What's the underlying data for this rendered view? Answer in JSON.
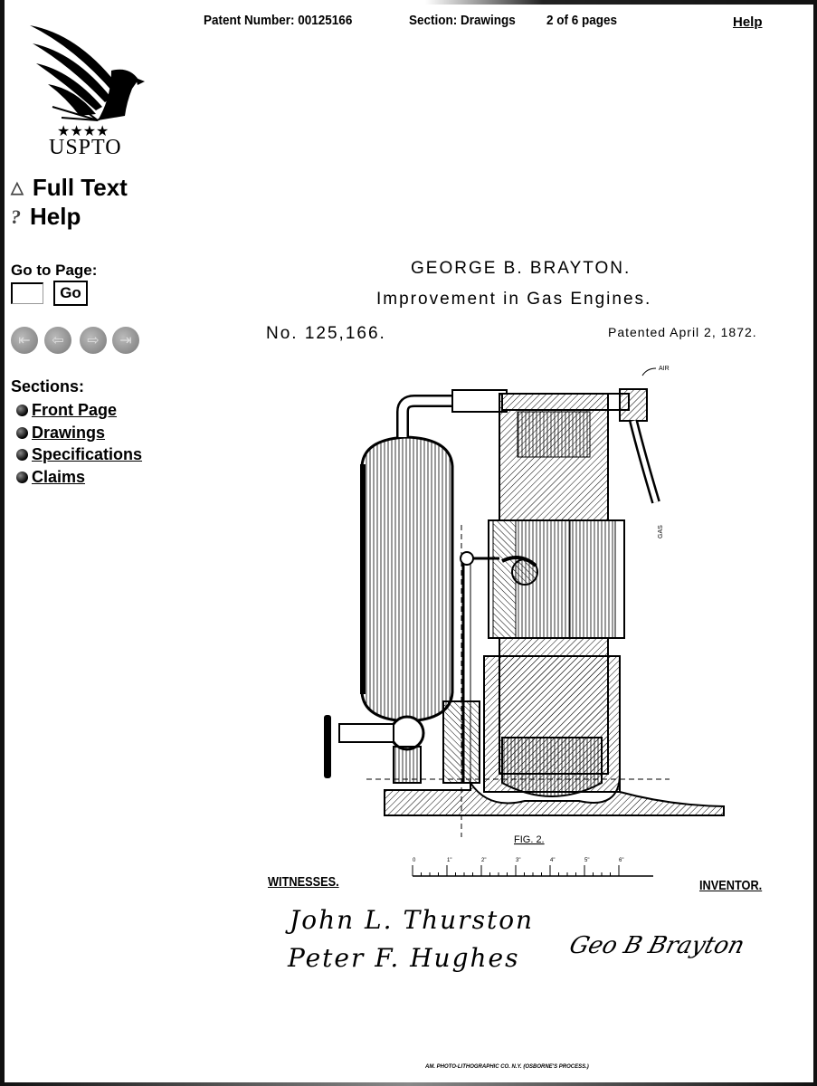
{
  "header": {
    "patent_number": "Patent Number: 00125166",
    "section": "Section: Drawings",
    "pages": "2 of 6 pages",
    "help_link": "Help"
  },
  "logo": {
    "text": "USPTO",
    "icon": "eagle-logo"
  },
  "nav": {
    "full_text": "Full Text",
    "help": "Help",
    "full_text_icon": "up-triangle-icon",
    "help_icon": "question-icon"
  },
  "goto": {
    "label": "Go to Page:",
    "value": "",
    "button": "Go"
  },
  "page_arrows": [
    "first-page-icon",
    "previous-page-icon",
    "next-page-icon",
    "last-page-icon"
  ],
  "sections": {
    "label": "Sections:",
    "items": [
      {
        "label": "Front Page"
      },
      {
        "label": "Drawings"
      },
      {
        "label": "Specifications"
      },
      {
        "label": "Claims"
      }
    ]
  },
  "drawing": {
    "inventor_name": "GEORGE B. BRAYTON.",
    "title": "Improvement in Gas Engines.",
    "number": "No. 125,166.",
    "patented": "Patented April 2, 1872.",
    "fig_label": "FIG. 2.",
    "air_label": "AIR",
    "gas_label": "GAS",
    "scale_labels": [
      "0",
      "1\"",
      "2\"",
      "3\"",
      "4\"",
      "5\"",
      "6\""
    ],
    "witnesses_label": "WITNESSES.",
    "inventor_label": "INVENTOR.",
    "witness_signatures": [
      "John L. Thurston",
      "Peter F. Hughes"
    ],
    "inventor_signature": "Geo B Brayton",
    "printer_credit": "AM. PHOTO-LITHOGRAPHIC CO. N.Y. (OSBORNE'S PROCESS.)"
  }
}
